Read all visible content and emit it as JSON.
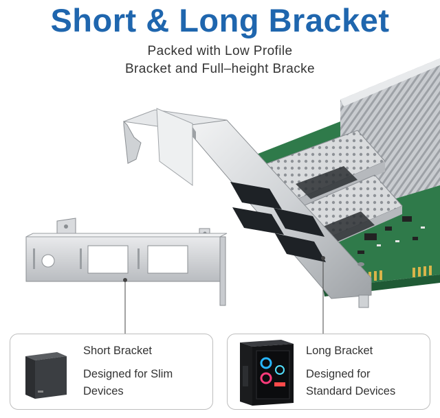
{
  "header": {
    "title": "Short & Long Bracket",
    "subtitle_line1": "Packed with Low Profile",
    "subtitle_line2": "Bracket and Full–height Bracke"
  },
  "callouts": {
    "short": {
      "title": "Short Bracket",
      "line1": "Designed for Slim",
      "line2": "Devices",
      "icon": "mini-pc-case-icon"
    },
    "long": {
      "title": "Long Bracket",
      "line1": "Designed for",
      "line2": "Standard Devices",
      "icon": "tower-pc-case-icon"
    }
  },
  "colors": {
    "title": "#1f66ae",
    "pcb": "#2f7a4a",
    "heatsink": "#c4c7cb",
    "bracket": "#d7d9dc"
  }
}
